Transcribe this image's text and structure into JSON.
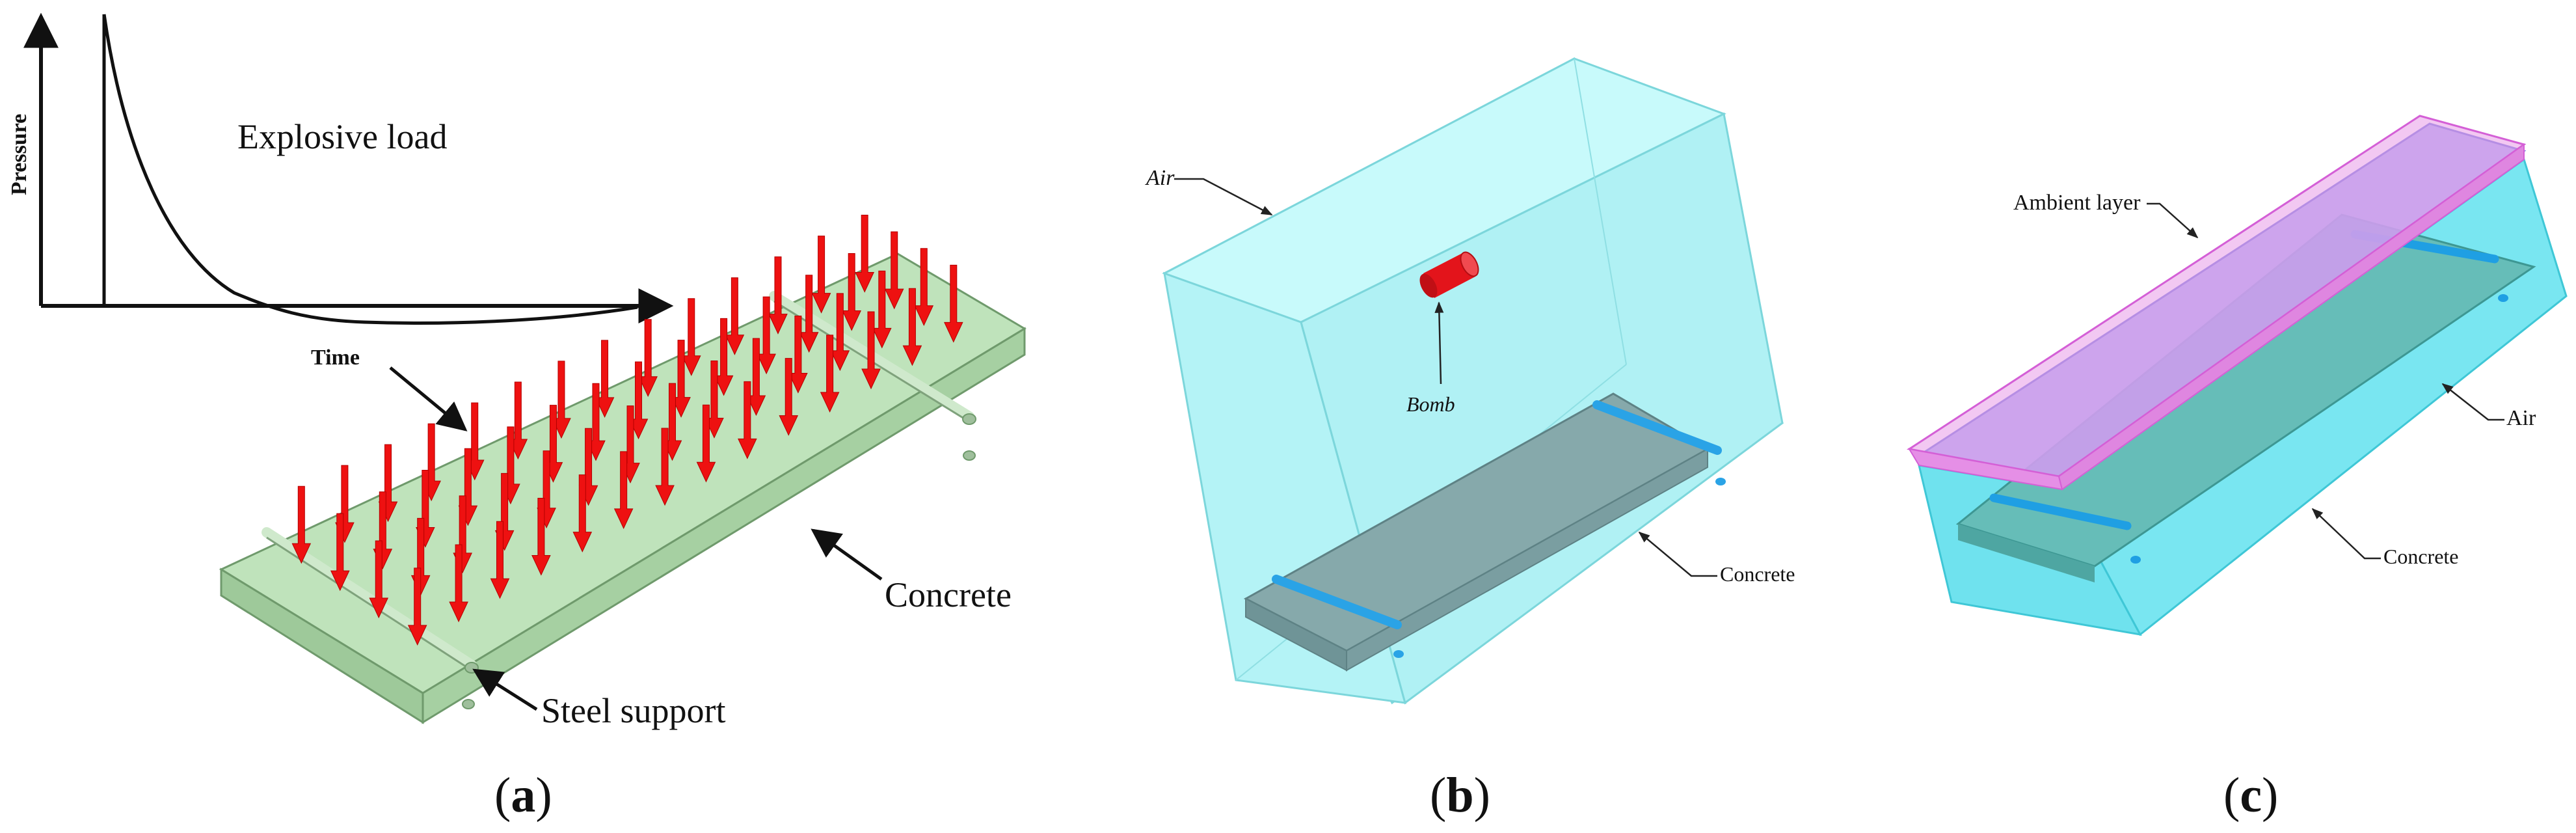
{
  "panel_a": {
    "graph": {
      "y_axis_label": "Pressure",
      "x_axis_label": "Time",
      "title": "Explosive load"
    },
    "labels": {
      "concrete": "Concrete",
      "steel_support": "Steel support"
    },
    "caption": {
      "open": "(",
      "letter": "a",
      "close": ")"
    },
    "colors": {
      "slab": "#b9dfb5",
      "slab_edge": "#6f9a6c",
      "arrow": "#ee1111"
    }
  },
  "panel_b": {
    "labels": {
      "air": "Air",
      "bomb": "Bomb",
      "concrete": "Concrete"
    },
    "caption": {
      "open": "(",
      "letter": "b",
      "close": ")"
    },
    "colors": {
      "air": "#b6f6f8",
      "air_edge": "#7cd6db",
      "slab": "#7fa3a6",
      "support": "#2aa3e6",
      "bomb": "#e3141b"
    }
  },
  "panel_c": {
    "labels": {
      "ambient_layer": "Ambient layer",
      "air": "Air",
      "concrete": "Concrete"
    },
    "caption": {
      "open": "(",
      "letter": "c",
      "close": ")"
    },
    "colors": {
      "air": "#7ee6f0",
      "ambient": "#e58fe6",
      "top_face": "#a7a8f2",
      "slab": "#5eb8b3",
      "support": "#1f9fe3"
    }
  }
}
